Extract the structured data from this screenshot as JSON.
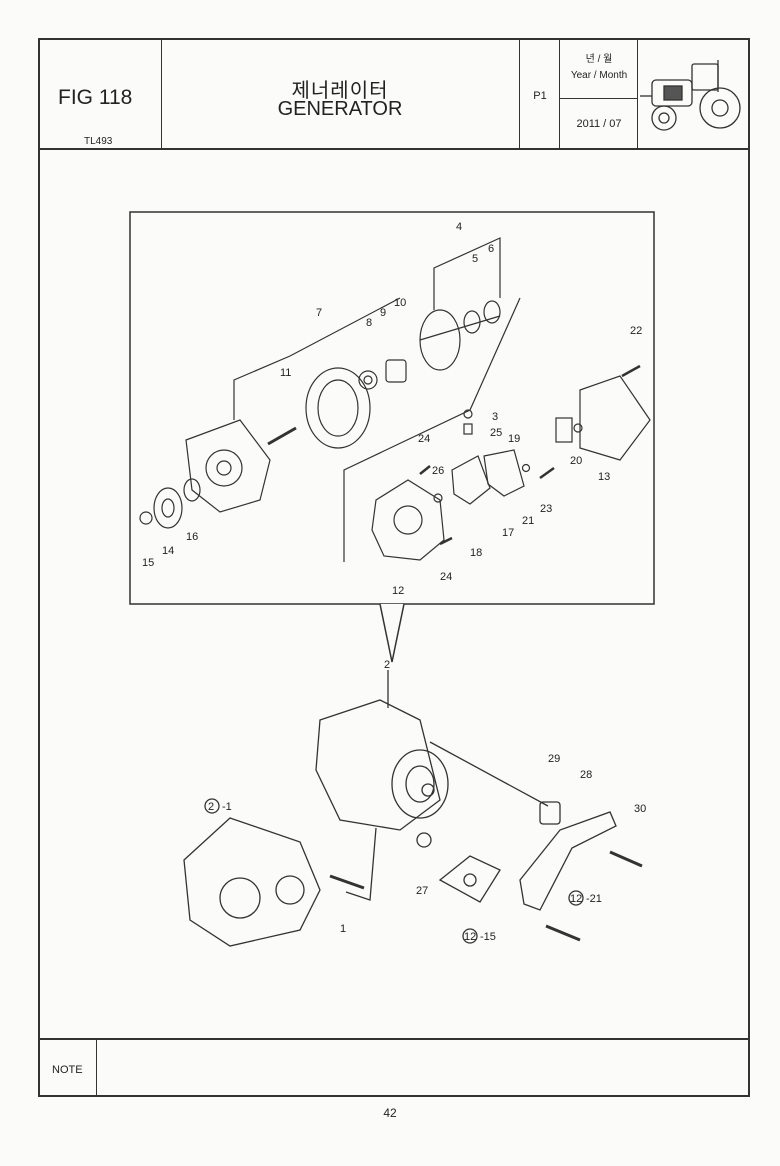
{
  "header": {
    "fig": "FIG 118",
    "model": "TL493",
    "title_ko": "제너레이터",
    "title_en": "GENERATOR",
    "page": "P1",
    "ym_label_ko": "년 / 월",
    "ym_label_en": "Year / Month",
    "ym_value": "2011 / 07",
    "logo_icon": "tractor-icon"
  },
  "callouts": {
    "c1": "1",
    "c2": "2",
    "c3": "3",
    "c4": "4",
    "c5": "5",
    "c6": "6",
    "c7": "7",
    "c8": "8",
    "c9": "9",
    "c10": "10",
    "c11": "11",
    "c12": "12",
    "c13": "13",
    "c14": "14",
    "c15": "15",
    "c16": "16",
    "c17": "17",
    "c18": "18",
    "c19": "19",
    "c20": "20",
    "c21": "21",
    "c22": "22",
    "c23": "23",
    "c24a": "24",
    "c24b": "24",
    "c25": "25",
    "c26": "26",
    "c27": "27",
    "c28": "28",
    "c29": "29",
    "c30": "30",
    "ref_2_1": "-1",
    "ref_2": "2",
    "ref_12_21": "-21",
    "ref_12a": "12",
    "ref_12_15": "-15",
    "ref_12b": "12"
  },
  "note_label": "NOTE",
  "page_number": "42"
}
